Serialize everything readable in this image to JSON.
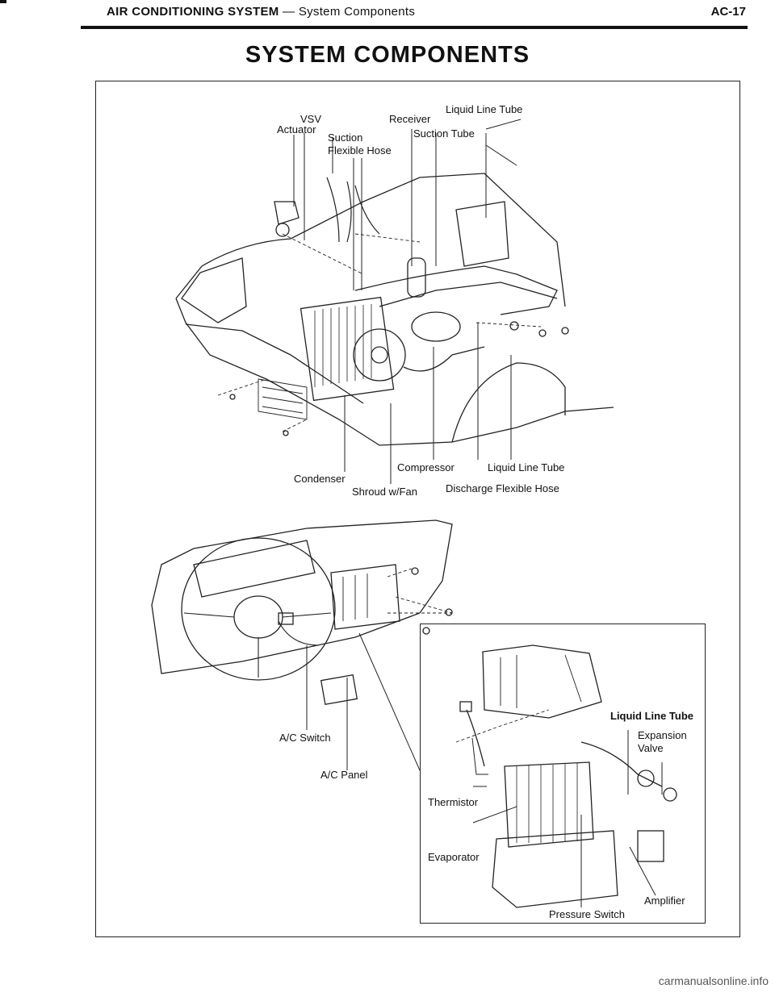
{
  "header": {
    "section": "AIR CONDITIONING SYSTEM",
    "subsection": "— System Components",
    "page": "AC-17"
  },
  "title": "SYSTEM COMPONENTS",
  "engine_labels": {
    "vsv": "VSV",
    "receiver": "Receiver",
    "liquid_line_tube_top": "Liquid Line Tube",
    "actuator": "Actuator",
    "suction": "Suction",
    "suction_tube": "Suction Tube",
    "flexible_hose": "Flexible Hose",
    "condenser": "Condenser",
    "compressor": "Compressor",
    "liquid_line_tube_bottom": "Liquid Line Tube",
    "shroud": "Shroud w/Fan",
    "discharge_hose": "Discharge Flexible Hose"
  },
  "dash_labels": {
    "ac_switch": "A/C Switch",
    "ac_panel": "A/C Panel"
  },
  "evap_labels": {
    "liquid_line_tube": "Liquid Line Tube",
    "expansion_valve_1": "Expansion",
    "expansion_valve_2": "Valve",
    "thermistor": "Thermistor",
    "evaporator": "Evaporator",
    "amplifier": "Amplifier",
    "pressure_switch": "Pressure Switch"
  },
  "footer": "carmanualsonline.info"
}
